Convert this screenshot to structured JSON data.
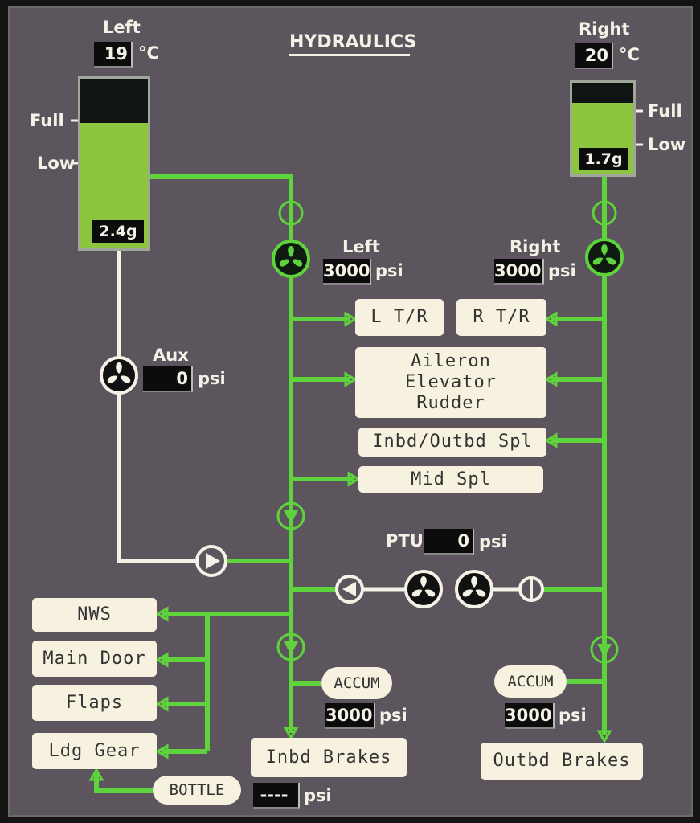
{
  "title": "HYDRAULICS",
  "colors": {
    "background": "#5d555e",
    "flow_line": "#5fd33c",
    "fluid": "#8cc63f",
    "unpowered_line": "#f4f2e6"
  },
  "left": {
    "label": "Left",
    "temp": "19",
    "temp_unit": "°C",
    "quantity": "2.4g",
    "level_fraction": 0.74,
    "full_label": "Full",
    "low_label": "Low",
    "pump_label": "Left",
    "pump_pressure": "3000",
    "unit": "psi"
  },
  "right": {
    "label": "Right",
    "temp": "20",
    "temp_unit": "°C",
    "quantity": "1.7g",
    "level_fraction": 0.78,
    "full_label": "Full",
    "low_label": "Low",
    "pump_label": "Right",
    "pump_pressure": "3000",
    "unit": "psi"
  },
  "aux": {
    "label": "Aux",
    "pressure": "0",
    "unit": "psi"
  },
  "ptu": {
    "label": "PTU",
    "pressure": "0",
    "unit": "psi"
  },
  "consumers": {
    "l_tr": "L T/R",
    "r_tr": "R T/R",
    "flight_controls": [
      "Aileron",
      "Elevator",
      "Rudder"
    ],
    "spoilers": "Inbd/Outbd Spl",
    "mid_spl": "Mid Spl",
    "nws": "NWS",
    "main_door": "Main Door",
    "flaps": "Flaps",
    "ldg_gear": "Ldg Gear",
    "inbd_brakes": "Inbd Brakes",
    "outbd_brakes": "Outbd Brakes"
  },
  "accum_left": {
    "label": "ACCUM",
    "pressure": "3000",
    "unit": "psi"
  },
  "accum_right": {
    "label": "ACCUM",
    "pressure": "3000",
    "unit": "psi"
  },
  "bottle": {
    "label": "BOTTLE",
    "pressure": "----",
    "unit": "psi"
  }
}
